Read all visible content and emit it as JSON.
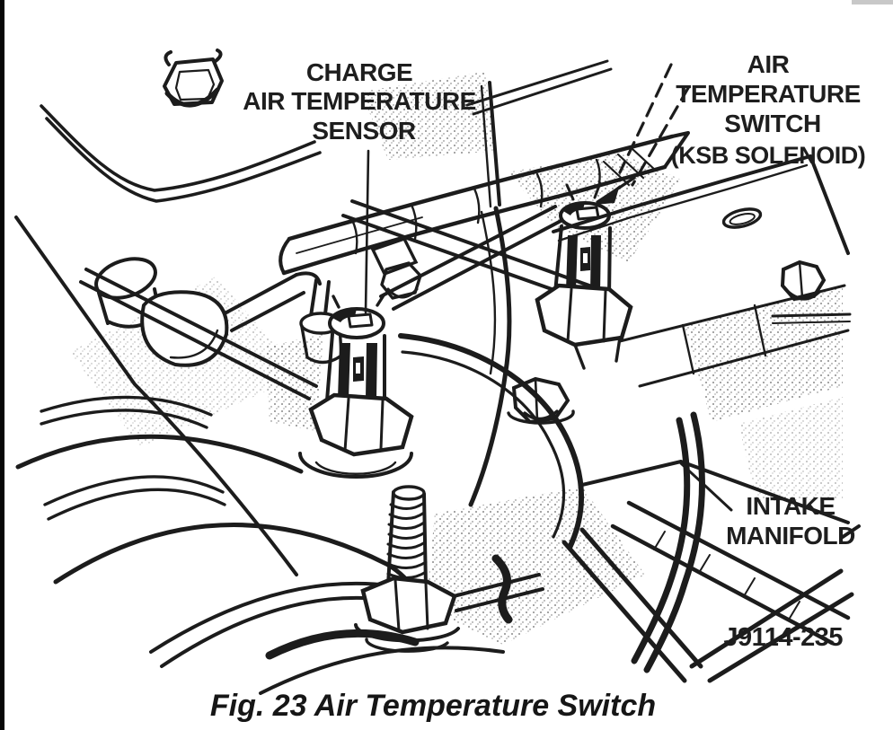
{
  "figure": {
    "caption": "Fig. 23 Air Temperature Switch",
    "reference_code": "J9114-235",
    "ink_color": "#1c1c1c",
    "paper_color": "#ffffff"
  },
  "labels": {
    "charge_air_temperature_sensor": {
      "lines": [
        "CHARGE",
        "AIR TEMPERATURE",
        "SENSOR"
      ]
    },
    "air_temperature_switch": {
      "lines": [
        "AIR",
        "TEMPERATURE",
        "SWITCH",
        "(KSB SOLENOID)"
      ]
    },
    "intake_manifold": {
      "lines": [
        "INTAKE",
        "MANIFOLD"
      ]
    }
  }
}
